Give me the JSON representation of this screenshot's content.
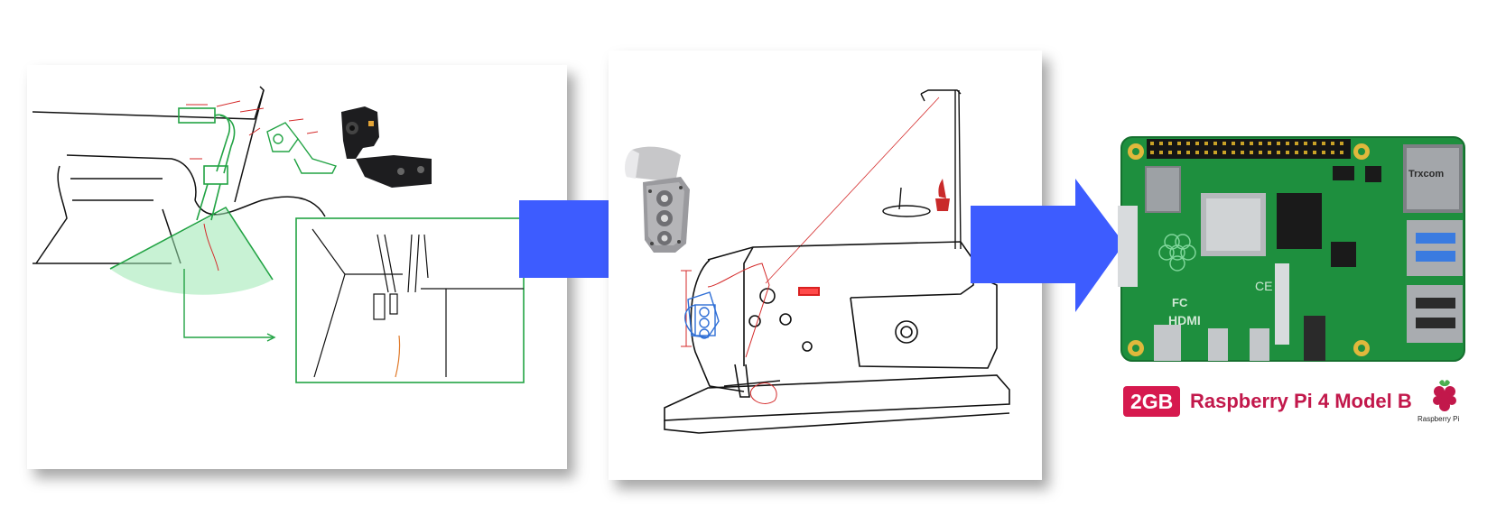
{
  "pi_label": {
    "badge": "2GB",
    "model": "Raspberry Pi 4 Model B",
    "logo_text": "Raspberry Pi"
  },
  "board_marks": {
    "hdmi": "HDMI",
    "fc": "FC",
    "ce": "CE",
    "jack": "Trxcom"
  },
  "colors": {
    "arrow": "#3d5cff",
    "sketch_green": "#22a344",
    "annotation_red": "#d42a2a",
    "annotation_blue": "#2f6fd6",
    "board": "#1e8f3e",
    "badge": "#d6194e"
  },
  "icons": [
    "camera-module-icon",
    "servo-motor-icon",
    "raspberry-pi-logo-icon"
  ]
}
